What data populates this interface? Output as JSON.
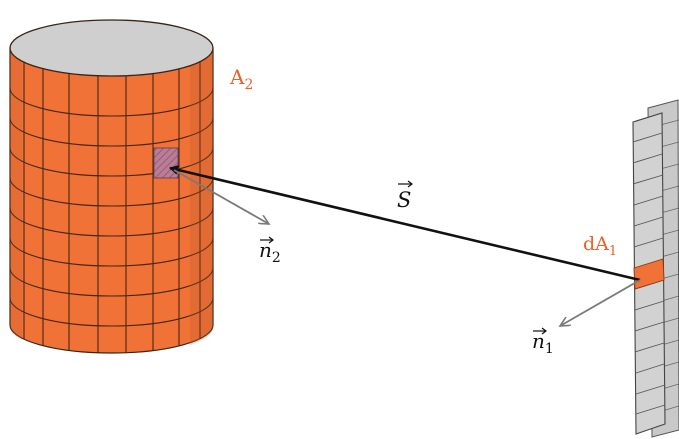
{
  "labels": {
    "A2_base": "A",
    "A2_sub": "2",
    "dA1_base": "dA",
    "dA1_sub": "1",
    "S": "S",
    "n1_base": "n",
    "n1_sub": "1",
    "n2_base": "n",
    "n2_sub": "2"
  },
  "colors": {
    "surface_orange": "#f07236",
    "label_orange": "#e8632b",
    "cylinder_top": "#cfcfcf",
    "plate_gray": "#d2d2d2",
    "grid_line": "#2a1a12",
    "normal_arrow": "#7a7a7a",
    "s_arrow": "#111111"
  }
}
